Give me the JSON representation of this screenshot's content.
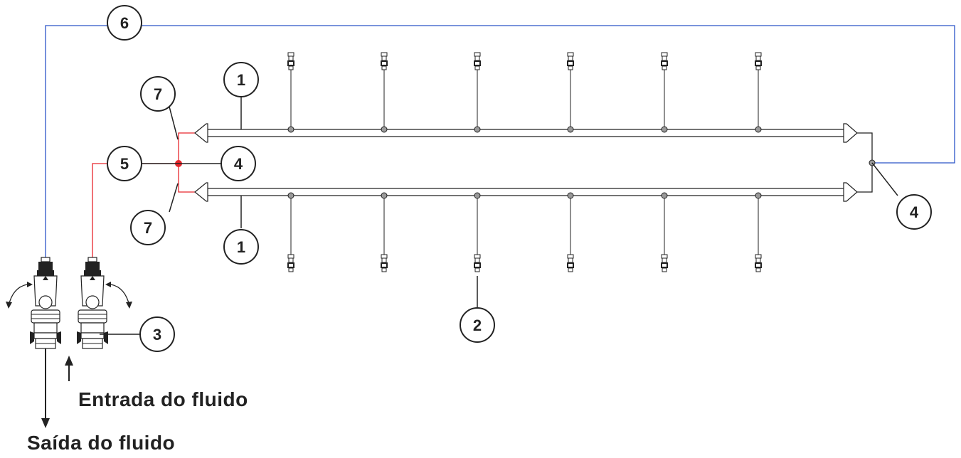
{
  "colors": {
    "supply_line": "#e8262c",
    "return_line": "#2b55c8",
    "ink": "#222222",
    "valve_fill": "#9a9a9a"
  },
  "callouts": {
    "c1_top": "1",
    "c1_bottom": "1",
    "c2": "2",
    "c3": "3",
    "c4_left": "4",
    "c4_right": "4",
    "c5": "5",
    "c6": "6",
    "c7_top": "7",
    "c7_bottom": "7"
  },
  "labels": {
    "fluid_inlet": "Entrada do fluido",
    "fluid_outlet": "Saída do fluido"
  }
}
